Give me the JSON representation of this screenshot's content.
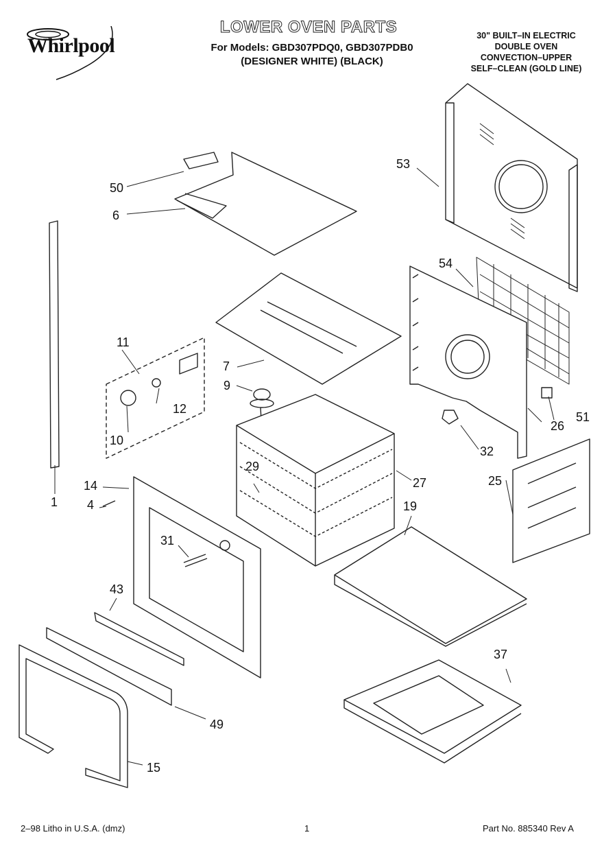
{
  "header": {
    "brand": "Whirlpool",
    "title": "LOWER OVEN PARTS",
    "models_line1": "For Models: GBD307PDQ0, GBD307PDB0",
    "models_line2": "(DESIGNER WHITE)   (BLACK)",
    "spec_lines": [
      "30\" BUILT–IN ELECTRIC",
      "DOUBLE OVEN",
      "CONVECTION–UPPER",
      "SELF–CLEAN (GOLD LINE)"
    ]
  },
  "callouts": [
    "1",
    "4",
    "6",
    "7",
    "9",
    "10",
    "11",
    "12",
    "14",
    "15",
    "19",
    "25",
    "26",
    "27",
    "29",
    "31",
    "32",
    "37",
    "43",
    "49",
    "50",
    "51",
    "53",
    "54"
  ],
  "footer": {
    "left": "2–98 Litho in U.S.A. (dmz)",
    "center": "1",
    "right": "Part No. 885340 Rev A"
  }
}
